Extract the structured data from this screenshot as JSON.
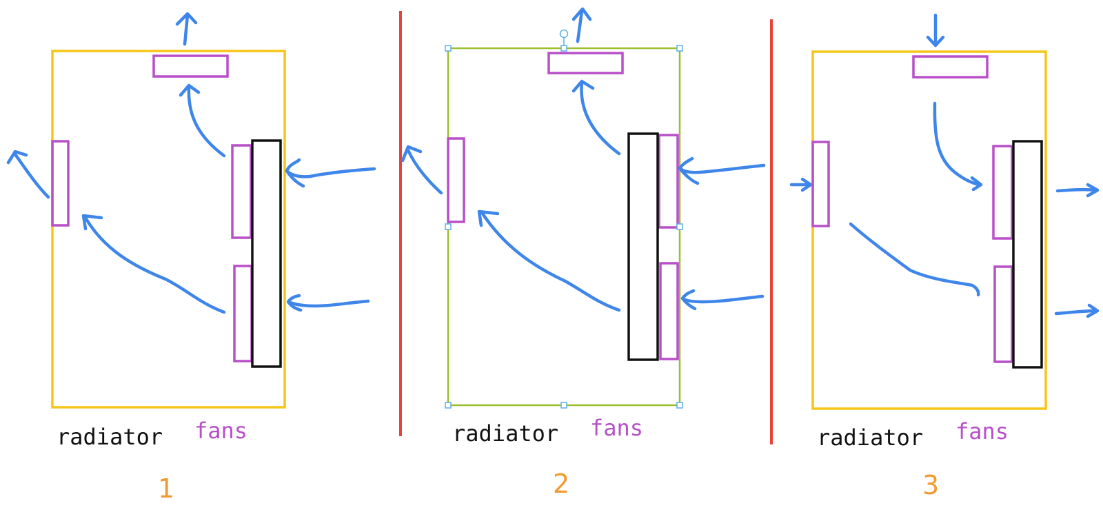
{
  "colors": {
    "case_outline": "#f5c518",
    "case_selected": "#9bbf2a",
    "fan": "#b84fc9",
    "radiator": "#111111",
    "airflow": "#3f86ea",
    "divider": "#e8433b",
    "number": "#f39a2e",
    "label_radiator": "#111111",
    "label_fans": "#b84fc9",
    "selection_handle": "#5aaee6"
  },
  "panels": [
    {
      "id": "1",
      "radiator_label": "radiator",
      "fans_label": "fans",
      "number": "1",
      "selected": false
    },
    {
      "id": "2",
      "radiator_label": "radiator",
      "fans_label": "fans",
      "number": "2",
      "selected": true
    },
    {
      "id": "3",
      "radiator_label": "radiator",
      "fans_label": "fans",
      "number": "3",
      "selected": false
    }
  ]
}
